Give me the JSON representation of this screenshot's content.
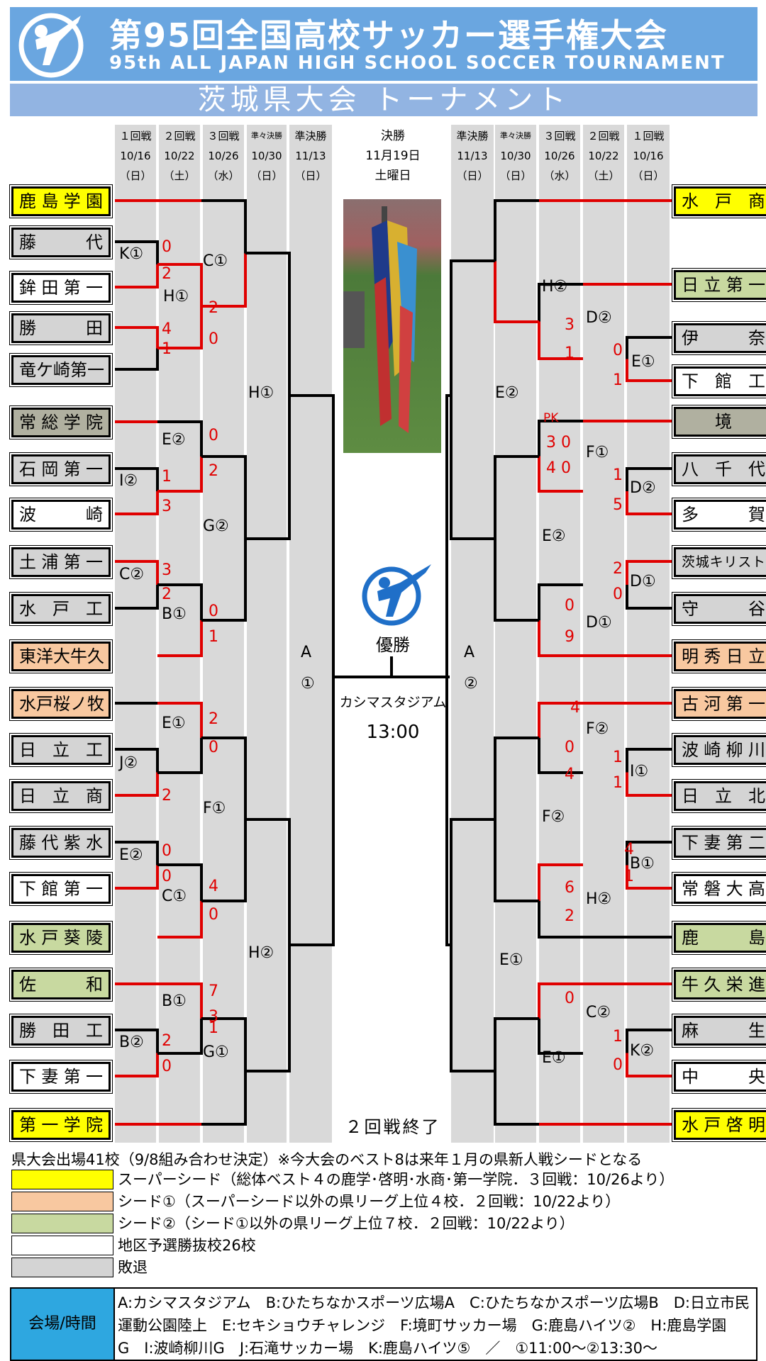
{
  "header": {
    "title_jp": "第95回全国高校サッカー選手権大会",
    "title_en": "95th ALL JAPAN HIGH SCHOOL SOCCER TOURNAMENT",
    "subtitle": "茨城県大会 トーナメント"
  },
  "rounds_left": [
    {
      "name": "１回戦",
      "date": "10/16",
      "day": "（日）"
    },
    {
      "name": "２回戦",
      "date": "10/22",
      "day": "（土）"
    },
    {
      "name": "３回戦",
      "date": "10/26",
      "day": "（水）"
    },
    {
      "name": "準々決勝",
      "date": "10/30",
      "day": "（日）"
    },
    {
      "name": "準決勝",
      "date": "11/13",
      "day": "（日）"
    }
  ],
  "rounds_right": [
    {
      "name": "準決勝",
      "date": "11/13",
      "day": "（日）"
    },
    {
      "name": "準々決勝",
      "date": "10/30",
      "day": "（日）"
    },
    {
      "name": "３回戦",
      "date": "10/26",
      "day": "（水）"
    },
    {
      "name": "２回戦",
      "date": "10/22",
      "day": "（土）"
    },
    {
      "name": "１回戦",
      "date": "10/16",
      "day": "（日）"
    }
  ],
  "final": {
    "name": "決勝",
    "date": "11月19日",
    "day": "土曜日",
    "winner_label": "優勝",
    "venue": "カシマスタジアム",
    "time": "13:00",
    "status": "２回戦終了"
  },
  "left_teams": [
    {
      "name": "鹿島学園",
      "seed": "ss"
    },
    {
      "name": "藤代",
      "seed": "el"
    },
    {
      "name": "鉾田第一",
      "seed": "ns"
    },
    {
      "name": "勝田",
      "seed": "el"
    },
    {
      "name": "竜ケ崎第一",
      "seed": "el"
    },
    {
      "name": "常総学院",
      "seed": "el2"
    },
    {
      "name": "石岡第一",
      "seed": "el"
    },
    {
      "name": "波崎",
      "seed": "ns"
    },
    {
      "name": "土浦第一",
      "seed": "el"
    },
    {
      "name": "水戸工",
      "seed": "el"
    },
    {
      "name": "東洋大牛久",
      "seed": "s1"
    },
    {
      "name": "水戸桜ノ牧",
      "seed": "s1"
    },
    {
      "name": "日立工",
      "seed": "el"
    },
    {
      "name": "日立商",
      "seed": "el"
    },
    {
      "name": "藤代紫水",
      "seed": "el"
    },
    {
      "name": "下館第一",
      "seed": "ns"
    },
    {
      "name": "水戸葵陵",
      "seed": "s2"
    },
    {
      "name": "佐和",
      "seed": "s2"
    },
    {
      "name": "勝田工",
      "seed": "el"
    },
    {
      "name": "下妻第一",
      "seed": "ns"
    },
    {
      "name": "第一学院",
      "seed": "ss"
    }
  ],
  "right_teams": [
    {
      "name": "水戸商",
      "seed": "ss"
    },
    {
      "name": "日立第一",
      "seed": "s2"
    },
    {
      "name": "伊奈",
      "seed": "el"
    },
    {
      "name": "下館工",
      "seed": "ns"
    },
    {
      "name": "境",
      "seed": "el2"
    },
    {
      "name": "八千代",
      "seed": "el"
    },
    {
      "name": "多賀",
      "seed": "ns"
    },
    {
      "name": "茨城キリスト",
      "seed": "el"
    },
    {
      "name": "守谷",
      "seed": "el"
    },
    {
      "name": "明秀日立",
      "seed": "s1"
    },
    {
      "name": "古河第一",
      "seed": "s1"
    },
    {
      "name": "波崎柳川",
      "seed": "el"
    },
    {
      "name": "日立北",
      "seed": "el"
    },
    {
      "name": "下妻第二",
      "seed": "el"
    },
    {
      "name": "常磐大高",
      "seed": "ns"
    },
    {
      "name": "鹿島",
      "seed": "s2"
    },
    {
      "name": "牛久栄進",
      "seed": "s2"
    },
    {
      "name": "麻生",
      "seed": "el"
    },
    {
      "name": "中央",
      "seed": "ns"
    },
    {
      "name": "水戸啓明",
      "seed": "ss"
    }
  ],
  "match_labels_left": [
    "K①",
    "H①",
    "C①",
    "H①",
    "E②",
    "I②",
    "G②",
    "C②",
    "B①",
    "E①",
    "J②",
    "F①",
    "E②",
    "C①",
    "H②",
    "B①",
    "B②",
    "G①",
    "A",
    "①"
  ],
  "match_labels_right": [
    "H②",
    "D②",
    "E①",
    "E②",
    "F①",
    "D②",
    "E②",
    "D①",
    "D①",
    "A",
    "②",
    "F②",
    "I①",
    "F②",
    "B①",
    "H②",
    "E①",
    "C②",
    "K②",
    "E①"
  ],
  "scores_left": [
    "0",
    "2",
    "2",
    "4",
    "1",
    "0",
    "0",
    "1",
    "3",
    "2",
    "3",
    "2",
    "0",
    "1",
    "2",
    "0",
    "2",
    "0",
    "0",
    "4",
    "0",
    "7",
    "1",
    "2",
    "0",
    "3"
  ],
  "scores_right": [
    "3",
    "1",
    "0",
    "1",
    "PK",
    "3 0",
    "4 0",
    "1",
    "5",
    "2",
    "0",
    "0",
    "9",
    "4",
    "0",
    "4",
    "1",
    "1",
    "4",
    "1",
    "6",
    "2",
    "0",
    "1",
    "0"
  ],
  "legend": {
    "header": "県大会出場41校（9/8組み合わせ決定）※今大会のベスト8は来年１月の県新人戦シードとなる",
    "items": [
      {
        "key": "ss",
        "color": "#ffff00",
        "text": "スーパーシード（総体ベスト４の鹿学･啓明･水商･第一学院．３回戦：10/26より）"
      },
      {
        "key": "s1",
        "color": "#f8c8a0",
        "text": "シード①（スーパーシード以外の県リーグ上位４校．２回戦：10/22より）"
      },
      {
        "key": "s2",
        "color": "#c8d9a0",
        "text": "シード②（シード①以外の県リーグ上位７校．２回戦：10/22より）"
      },
      {
        "key": "ns",
        "color": "#ffffff",
        "text": "地区予選勝抜校26校"
      },
      {
        "key": "el",
        "color": "#d4d4d4",
        "text": "敗退"
      }
    ]
  },
  "venue": {
    "label": "会場/時間",
    "lines": [
      "A:カシマスタジアム　B:ひたちなかスポーツ広場A　C:ひたちなかスポーツ広場B　D:日立市民",
      "運動公園陸上　E:セキショウチャレンジ　F:境町サッカー場　G:鹿島ハイツ②　H:鹿島学園",
      "G　I:波崎柳川G　J:石滝サッカー場　K:鹿島ハイツ⑤　／　①11:00～②13:30～"
    ]
  }
}
